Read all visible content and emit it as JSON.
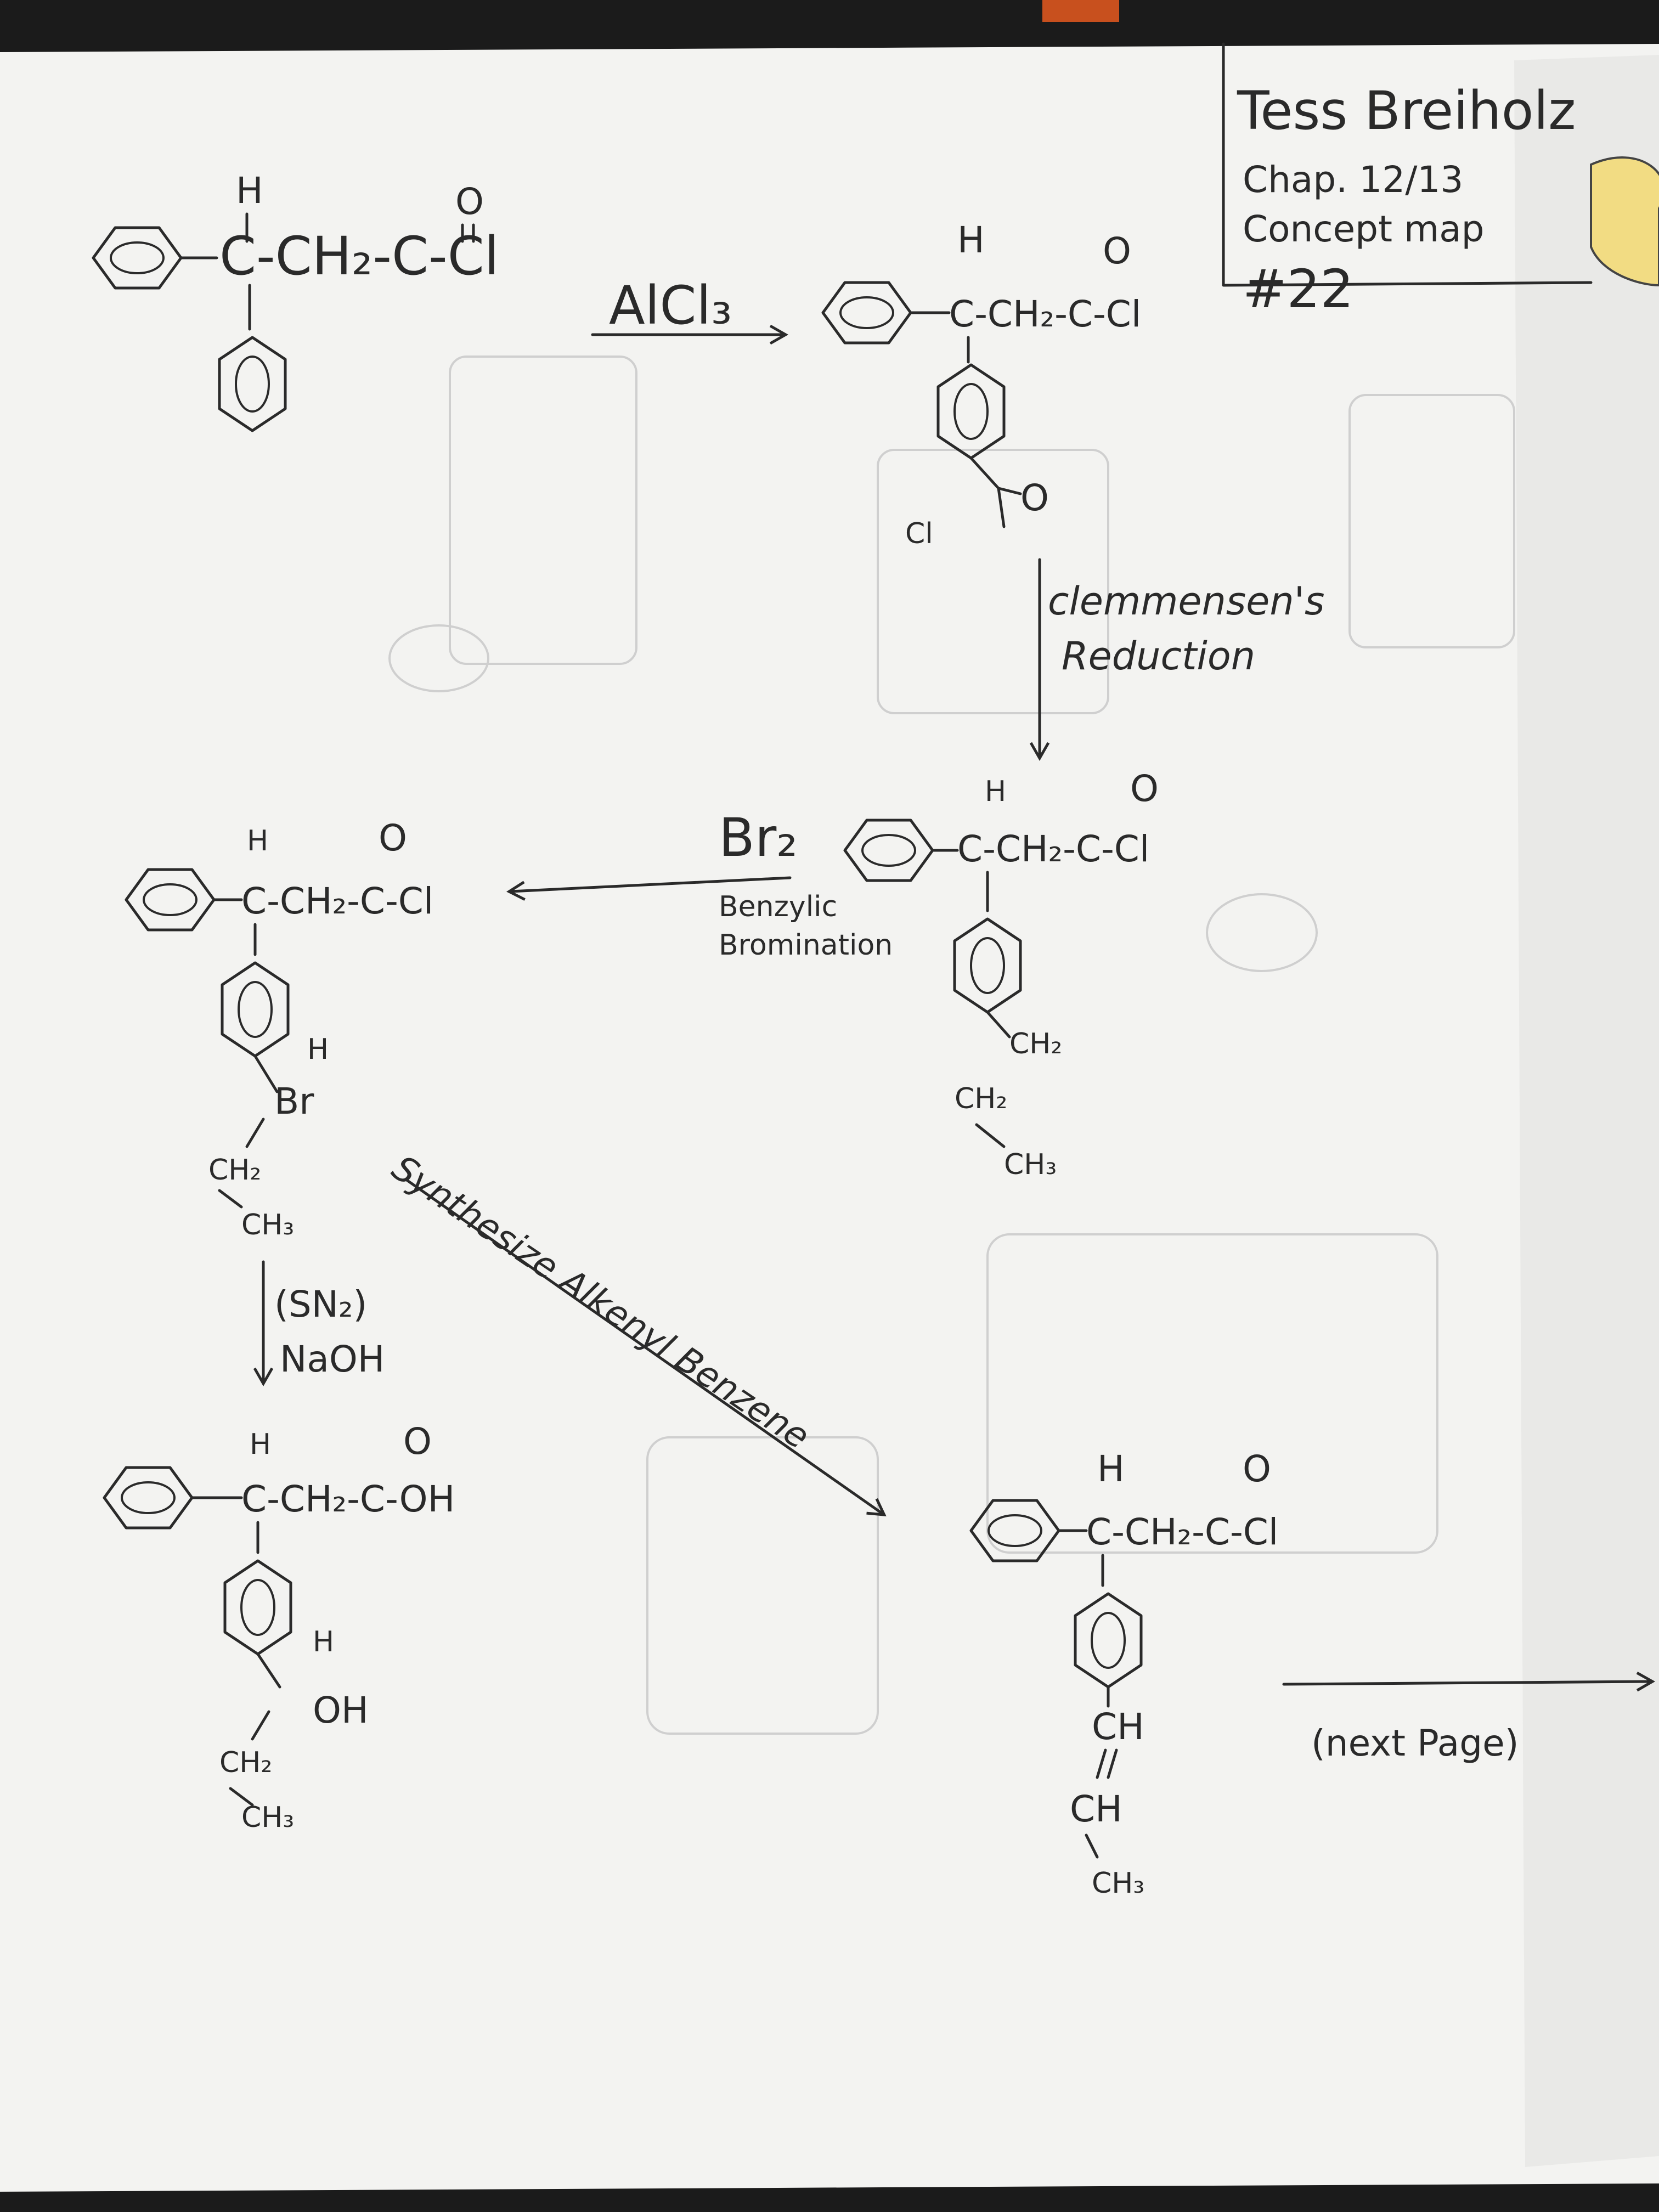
{
  "note": {
    "author": "Tess Breiholz",
    "chapter": "Chap. 12/13",
    "title": "Concept map",
    "number": "#22"
  },
  "reagents": {
    "step1": "AlCl₃",
    "step2_line1": "clemmensen's",
    "step2_line2": "Reduction",
    "step3_reagent": "Br₂",
    "step3_line1": "Benzylic",
    "step3_line2": "Bromination",
    "step4_line1": "(SN₂)",
    "step4_line2": "NaOH",
    "step5": "Synthesize Alkenyl Benzene"
  },
  "continuation": "(next Page)",
  "molecules": {
    "chain": "C-CH₂-C-Cl",
    "chain_bottomleft": "C-CH₂-C-OH",
    "H": "H",
    "O": "O",
    "Br": "Br",
    "OH": "OH",
    "CH2": "CH₂",
    "CH3": "CH₃",
    "CH": "CH",
    "Cl": "Cl"
  }
}
